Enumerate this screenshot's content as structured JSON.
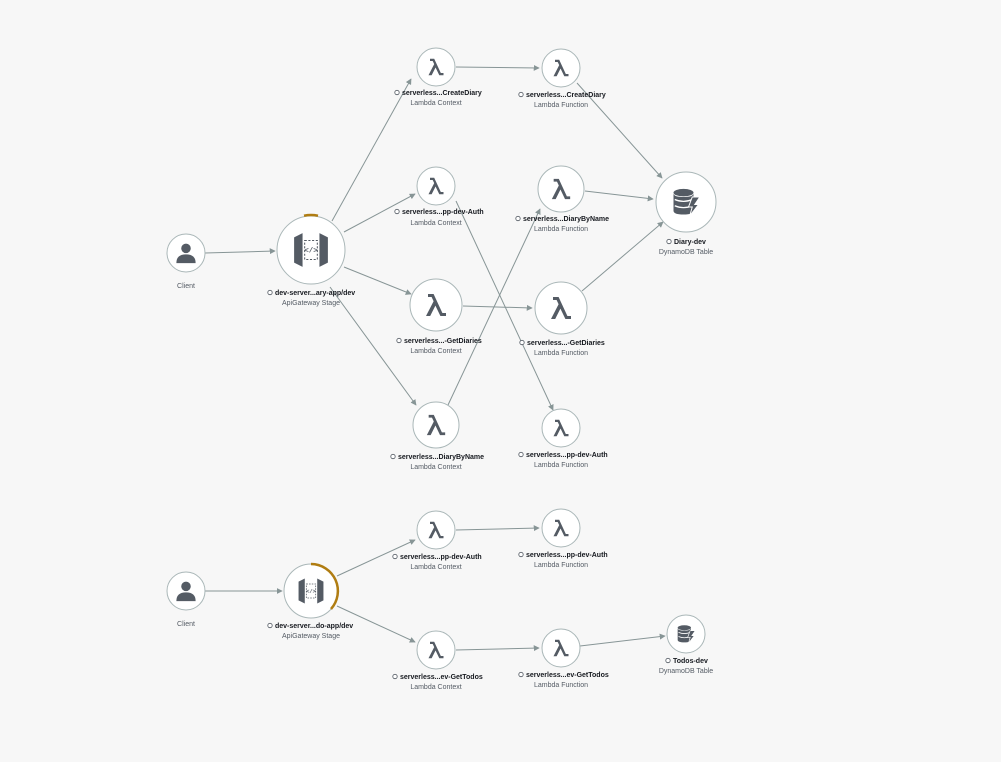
{
  "service_map": {
    "group1": {
      "client": {
        "label": "Client"
      },
      "gateway": {
        "title": "dev-server...ary-app/dev",
        "type": "ApiGateway Stage"
      },
      "ctx_create": {
        "title": "serverless...CreateDiary",
        "type": "Lambda Context"
      },
      "fn_create": {
        "title": "serverless...CreateDiary",
        "type": "Lambda Function"
      },
      "ctx_auth": {
        "title": "serverless...pp-dev-Auth",
        "type": "Lambda Context"
      },
      "fn_byname": {
        "title": "serverless...DiaryByName",
        "type": "Lambda Function"
      },
      "table": {
        "title": "Diary-dev",
        "type": "DynamoDB Table"
      },
      "ctx_getdiaries": {
        "title": "serverless...-GetDiaries",
        "type": "Lambda Context"
      },
      "fn_getdiaries": {
        "title": "serverless...-GetDiaries",
        "type": "Lambda Function"
      },
      "ctx_byname": {
        "title": "serverless...DiaryByName",
        "type": "Lambda Context"
      },
      "fn_auth": {
        "title": "serverless...pp-dev-Auth",
        "type": "Lambda Function"
      }
    },
    "group2": {
      "client": {
        "label": "Client"
      },
      "gateway": {
        "title": "dev-server...do-app/dev",
        "type": "ApiGateway Stage"
      },
      "ctx_auth": {
        "title": "serverless...pp-dev-Auth",
        "type": "Lambda Context"
      },
      "fn_auth": {
        "title": "serverless...pp-dev-Auth",
        "type": "Lambda Function"
      },
      "ctx_todos": {
        "title": "serverless...ev-GetTodos",
        "type": "Lambda Context"
      },
      "fn_todos": {
        "title": "serverless...ev-GetTodos",
        "type": "Lambda Function"
      },
      "table": {
        "title": "Todos-dev",
        "type": "DynamoDB Table"
      }
    }
  },
  "colors": {
    "icon": "#545b64",
    "ring": "#aab7b8",
    "edge": "#879596",
    "health_warning": "#b07d12"
  },
  "icons": {
    "client": "user-icon",
    "gateway": "api-gateway-icon",
    "lambda": "lambda-icon",
    "table": "dynamodb-icon"
  }
}
